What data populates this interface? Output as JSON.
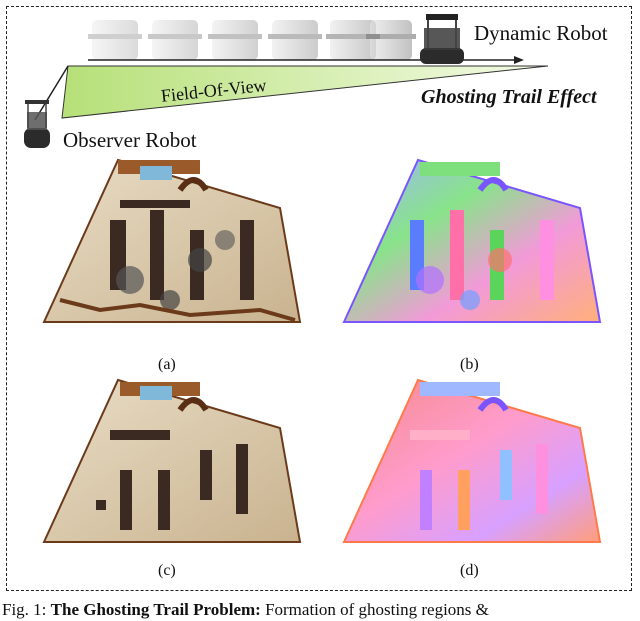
{
  "figure": {
    "dynamic_robot_label": "Dynamic Robot",
    "observer_robot_label": "Observer Robot",
    "fov_label": "Field-Of-View",
    "effect_label": "Ghosting Trail Effect",
    "subfigures": [
      "(a)",
      "(b)",
      "(c)",
      "(d)"
    ]
  },
  "caption": {
    "prefix": "Fig. 1: ",
    "bold": "The Ghosting Trail Problem:",
    "rest": " Formation of ghosting regions &"
  },
  "colors": {
    "fov_green": "#c9e89a",
    "floor": "#d8c8a8",
    "wall_brown": "#8a4a22",
    "segment_palette": [
      "#8fa8ff",
      "#7de07d",
      "#ff8fb0",
      "#f2a0f2",
      "#ffb080"
    ]
  }
}
